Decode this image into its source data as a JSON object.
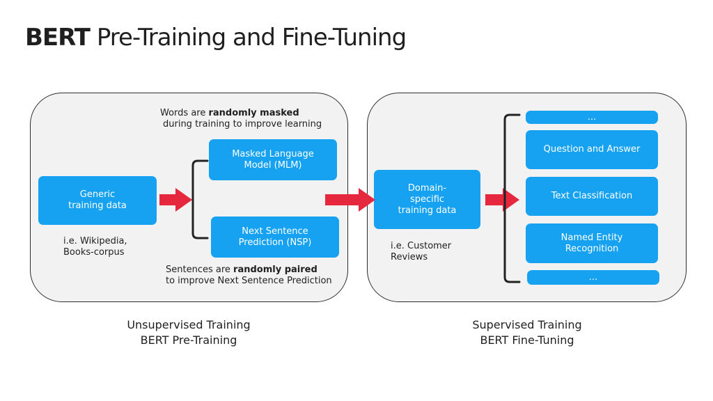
{
  "title": {
    "bold": "BERT",
    "rest": "Pre-Training and Fine-Tuning"
  },
  "pretraining": {
    "input_box": "Generic\ntraining data",
    "input_note": "i.e. Wikipedia,\nBooks-corpus",
    "mlm_box": "Masked Language\nModel (MLM)",
    "nsp_box": "Next Sentence\nPrediction (NSP)",
    "mlm_note": {
      "pre": "Words are ",
      "bold": "randomly masked",
      "line2": "during training to improve learning"
    },
    "nsp_note": {
      "pre": "Sentences are ",
      "bold": "randomly paired",
      "line2": "to improve Next Sentence Prediction"
    },
    "caption": "Unsupervised Training\nBERT Pre-Training"
  },
  "finetuning": {
    "input_box": "Domain-\nspecific\ntraining data",
    "input_note": "i.e. Customer\nReviews",
    "tasks": [
      "...",
      "Question and Answer",
      "Text Classification",
      "Named Entity\nRecognition",
      "..."
    ],
    "caption": "Supervised Training\nBERT Fine-Tuning"
  },
  "colors": {
    "box": "#16a2f0",
    "arrow": "#e5283e",
    "panel": "#f2f2f2"
  }
}
